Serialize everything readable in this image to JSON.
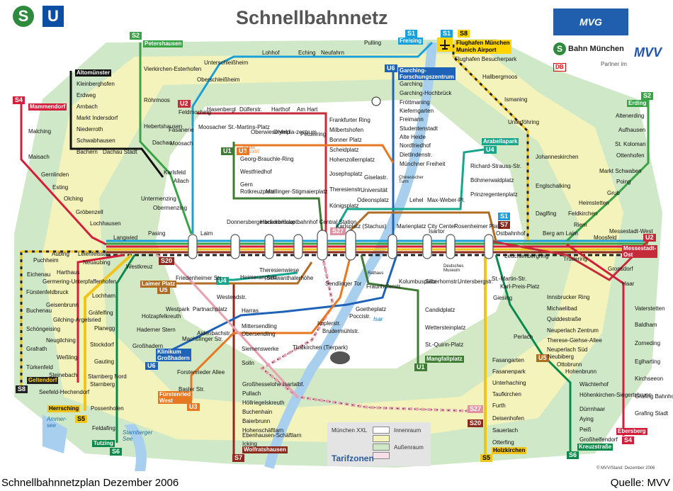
{
  "header": {
    "title": "Schnellbahnnetz",
    "logo_s": "S",
    "logo_u": "U",
    "mvg": "MVG",
    "bahn": "Bahn München",
    "db": "DB",
    "partner": "Partner im",
    "mvv": "MVV"
  },
  "colors": {
    "s1": "#1aa0d8",
    "s2": "#3aa346",
    "s4": "#d31f3b",
    "s6": "#0a8a4a",
    "s7": "#8c2a1e",
    "s8": "#222222",
    "s20": "#e8a0b0",
    "s27": "#e090a0",
    "u1": "#3f7b35",
    "u2": "#c62b3a",
    "u3": "#e87722",
    "u4": "#17a58b",
    "u5": "#b06c23",
    "u6": "#1f63b8",
    "zone_green": "#cfe8c8",
    "zone_yellow": "#f4f3bb"
  },
  "badges": {
    "S1": "S1",
    "S2": "S2",
    "S4": "S4",
    "S5": "S5",
    "S6": "S6",
    "S7": "S7",
    "S8": "S8",
    "S20": "S20",
    "S27": "S27",
    "U1": "U1",
    "U2": "U2",
    "U3": "U3",
    "U4": "U4",
    "U5": "U5",
    "U6": "U6"
  },
  "terminals": {
    "petershausen": "Petershausen",
    "freising": "Freising",
    "flughafen": "Flughafen München\nMunich Airport",
    "flughafen_besucherpark": "Flughafen Besucherpark",
    "altomuenster": "Altomünster",
    "mammendorf": "Mammendorf",
    "erding": "Erding",
    "garching_fz": "Garching-\nForschungszentrum",
    "arabellapark": "Arabellapark",
    "messestadt_ost": "Messestadt-\nOst",
    "geltendorf": "Geltendorf",
    "herrsching": "Herrsching",
    "tutzing": "Tutzing",
    "wolfratshausen": "Wolfratshausen",
    "holzkirchen": "Holzkirchen",
    "kreuzstrasse": "Kreuzstraße",
    "ebersberg": "Ebersberg",
    "mangfallplatz": "Mangfallplatz",
    "klinikum": "Klinikum\nGroßhadern",
    "fuerstenried": "Fürstenried\nWest",
    "laimer_platz": "Laimer Platz"
  },
  "stations": [
    "Vierkirchen-Esterhofen",
    "Röhrmoos",
    "Hebertshausen",
    "Dachau",
    "Karlsfeld",
    "Allach",
    "Untermenzing",
    "Obermenzing",
    "Kleinberghofen",
    "Erdweg",
    "Arnbach",
    "Markt Indersdorf",
    "Niederroth",
    "Schwabhausen",
    "Bachern",
    "Dachau Stadt",
    "Malching",
    "Maisach",
    "Gernlinden",
    "Esting",
    "Olching",
    "Gröbenzell",
    "Lochhausen",
    "Langwied",
    "Pasing",
    "Laim",
    "Lohhof",
    "Eching",
    "Neufahrn",
    "Pulling",
    "Unterschleißheim",
    "Oberschleißheim",
    "Feldmoching",
    "Fasanerie",
    "Moosach",
    "Hasenbergl",
    "Dülferstr.",
    "Harthof",
    "Am Hart",
    "Frankfurter Ring",
    "Milbertshofen",
    "Bonner Platz",
    "Scheidplatz",
    "Hohenzollernplatz",
    "Josephsplatz",
    "Theresienstr.",
    "Königsplatz",
    "Garching",
    "Garching-Hochbrück",
    "Fröttmaning",
    "Kieferngarten",
    "Freimann",
    "Studentenstadt",
    "Alte Heide",
    "Nordfriedhof",
    "Dietlindenstr.",
    "Münchner Freiheit",
    "Giselastr.",
    "Universität",
    "Odeonsplatz",
    "Lehel",
    "Max-Weber-Pl.",
    "Richard-Strauss-Str.",
    "Böhmerwaldplatz",
    "Prinzregentenplatz",
    "Hallbergmoos",
    "Ismaning",
    "Unterföhring",
    "Johanneskirchen",
    "Englschalking",
    "Daglfing",
    "Berg am Laim",
    "Ostbahnhof",
    "Leuchtenbergring",
    "Trudering",
    "Moosfeld",
    "Messestadt-West",
    "Gronsdorf",
    "Haar",
    "Vaterstetten",
    "Baldham",
    "Zorneding",
    "Eglharting",
    "Kirchseeon",
    "Grafing Bahnhof",
    "Grafing Stadt",
    "Altenerding",
    "Aufhausen",
    "St. Koloman",
    "Ottenhofen",
    "Markt Schwaben",
    "Poing",
    "Grub",
    "Heimstetten",
    "Feldkirchen",
    "Riem",
    "Olympia-zentrum",
    "Petuelring",
    "Oberwiesenfeld",
    "Moosacher St.-Martins-Platz",
    "Georg-Brauchle-Ring",
    "Westfriedhof",
    "Gern",
    "Rotkreuzplatz",
    "Maillinger-Stigmaierplatz",
    "Hauptbahnhof Central Station",
    "Hackerbrücke",
    "Donnersbergerbrücke",
    "Karlsplatz (Stachus)",
    "Marienplatz City Center",
    "Isartor",
    "Rosenheimer Platz",
    "Theresienwiese",
    "Heimeranplatz",
    "Schwanthalerhöhe",
    "Friedenheimer Str.",
    "Westendstr.",
    "Harras",
    "Westpark",
    "Partnachplatz",
    "Holzapfelkreuth",
    "Haderner Stern",
    "Großhadern",
    "Machtlfinger Str.",
    "Aidenbachstr.",
    "Obersendling",
    "Mittersendling",
    "Siemenswerke",
    "Solln",
    "Forstenrieder Allee",
    "Basler Str.",
    "Sendlinger Tor",
    "Fraunhoferstr.",
    "Kolumbusplatz",
    "Silberhornstr.",
    "Untersbergstr.",
    "Goetheplatz",
    "Poccistr.",
    "Implerstr.",
    "Brudermühlstr.",
    "Thalkirchen (Tierpark)",
    "Candidplatz",
    "Wettersteinplatz",
    "St.-Quirin-Platz",
    "St.-Martin-Str.",
    "Karl-Preis-Platz",
    "Giesing",
    "Innsbrucker Ring",
    "Michaelibad",
    "Quiddestraße",
    "Neuperlach Zentrum",
    "Therese-Giehse-Allee",
    "Neuperlach Süd",
    "Perlach",
    "Neubiberg",
    "Ottobrunn",
    "Hohenbrunn",
    "Wächterhof",
    "Höhenkirchen-Siegertsbrunn",
    "Dürrnhaar",
    "Aying",
    "Peiß",
    "Großhelfendorf",
    "Fasangarten",
    "Fasanenpark",
    "Unterhaching",
    "Taufkirchen",
    "Furth",
    "Deisenhofen",
    "Sauerlach",
    "Otterfing",
    "Großhesselohe Isartalbf.",
    "Pullach",
    "Höllriegelskreuth",
    "Buchenhain",
    "Baierbrunn",
    "Hohenschäftlarn",
    "Ebenhausen-Schäftlarn",
    "Icking",
    "Aubing",
    "Leienfelsstr.",
    "Puchheim",
    "Eichenau",
    "Fürstenfeldbruck",
    "Buchenau",
    "Schöngeising",
    "Grafrath",
    "Türkenfeld",
    "Neuaubing",
    "Westkreuz",
    "Harthaus",
    "Germering-Unterpfaffenhofen",
    "Geisenbrunn",
    "Gilching-Argelsried",
    "Neugilching",
    "Weßling",
    "Steinebach",
    "Seefeld-Hechendorf",
    "Lochham",
    "Gräfelfing",
    "Planegg",
    "Stockdorf",
    "Gauting",
    "Starnberg Nord",
    "Starnberg",
    "Possenhofen",
    "Feldafing"
  ],
  "annotations": {
    "in_bau": "in Bau\nab 10/07",
    "rathaus": "Rathaus",
    "museum": "Deutsches\nMuseum",
    "chinese_tower": "Chinesischer\nTurm",
    "ammersee": "Ammer-\nsee",
    "starnberger_see": "Starnberger\nSee",
    "isar": "Isar"
  },
  "legend": {
    "zones": [
      {
        "name": "München XXL",
        "area": "Innenraum",
        "color": "#ffffff"
      },
      {
        "name": "",
        "area": "",
        "color": "#f4f3bb"
      },
      {
        "name": "",
        "area": "Außenraum",
        "color": "#cfe8c8"
      },
      {
        "name": "",
        "area": "",
        "color": "#f6dfe6"
      }
    ],
    "label": "Tarifzonen"
  },
  "copyright": "© MVV/Stand: Dezember 2006",
  "caption": {
    "left": "Schnellbahnnetzplan Dezember 2006",
    "right": "Quelle: MVV"
  }
}
